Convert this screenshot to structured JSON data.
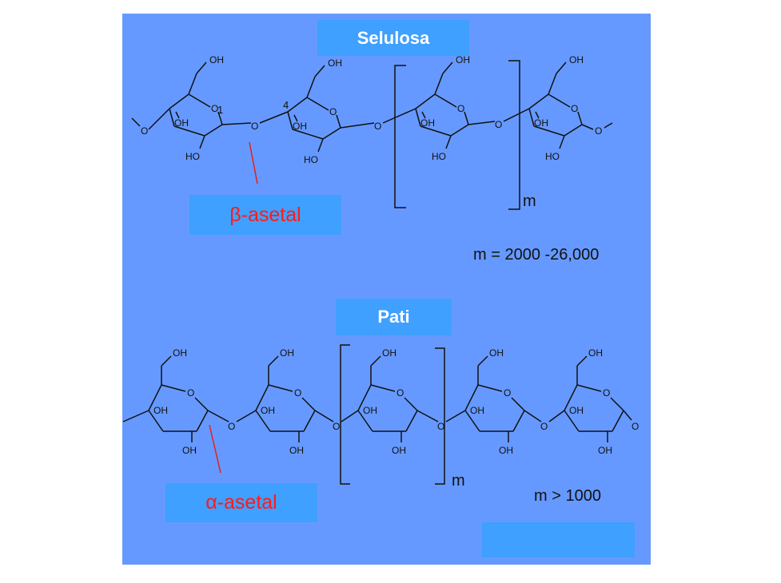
{
  "cellulose": {
    "title": "Selulosa",
    "linkage_label": "β-asetal",
    "repeat_count": "m = 2000 -26,000",
    "repeat_subscript": "m",
    "position_1": "1",
    "position_4": "4"
  },
  "starch": {
    "title": "Pati",
    "linkage_label": "α-asetal",
    "repeat_count": "m > 1000",
    "repeat_subscript": "m"
  },
  "atoms": {
    "hydroxyl": "OH",
    "hydroxyl_rev": "HO",
    "oxygen": "O"
  },
  "colors": {
    "panel": "#6699ff",
    "label_box": "#3fa0ff",
    "acetal_text": "#ff1a1a",
    "pointer_line": "#e02020"
  }
}
